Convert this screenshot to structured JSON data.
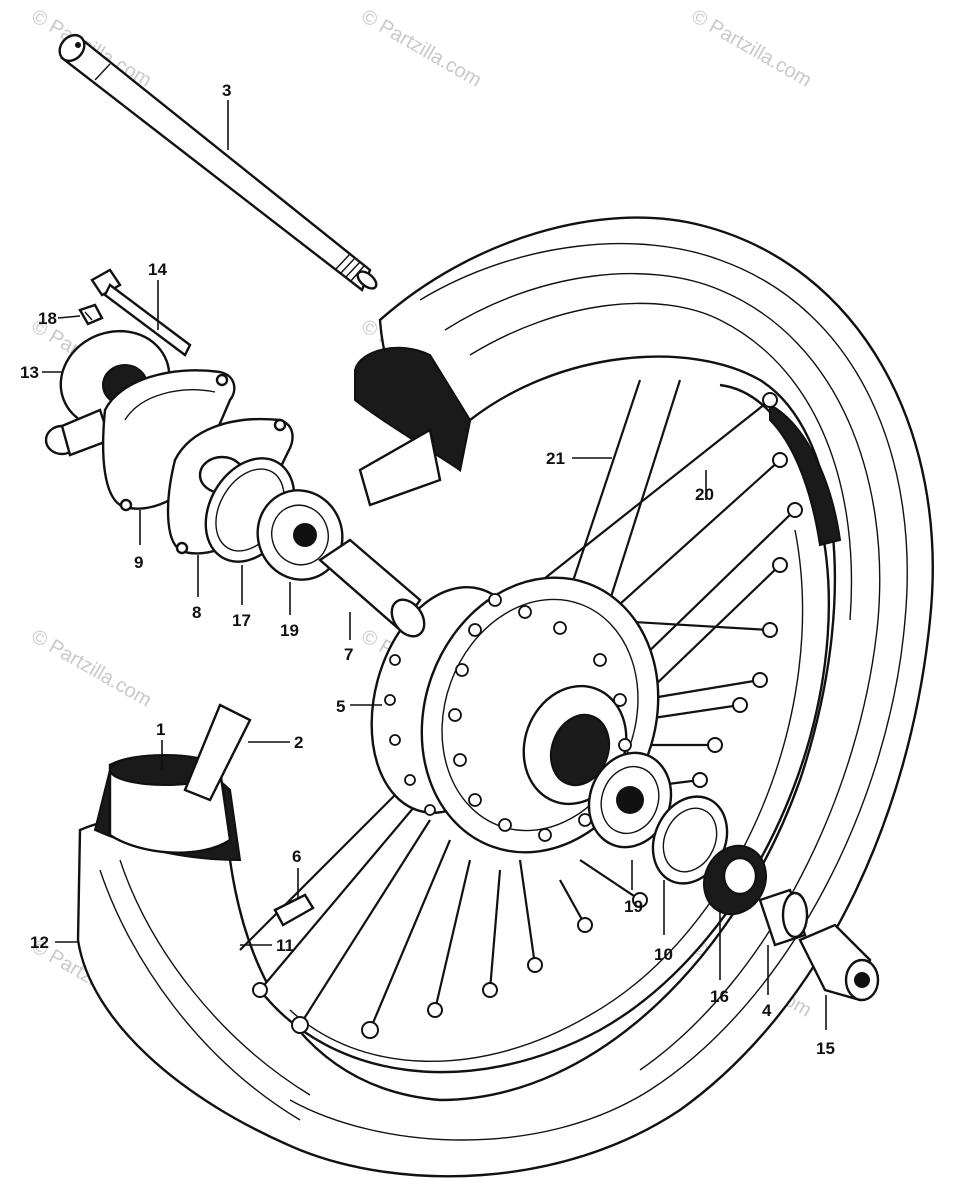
{
  "watermark": "© Partzilla.com",
  "labels": [
    {
      "id": "1",
      "text": "1"
    },
    {
      "id": "2",
      "text": "2"
    },
    {
      "id": "3",
      "text": "3"
    },
    {
      "id": "4",
      "text": "4"
    },
    {
      "id": "5",
      "text": "5"
    },
    {
      "id": "6",
      "text": "6"
    },
    {
      "id": "7",
      "text": "7"
    },
    {
      "id": "8",
      "text": "8"
    },
    {
      "id": "9",
      "text": "9"
    },
    {
      "id": "10",
      "text": "10"
    },
    {
      "id": "11",
      "text": "11"
    },
    {
      "id": "12",
      "text": "12"
    },
    {
      "id": "13",
      "text": "13"
    },
    {
      "id": "14",
      "text": "14"
    },
    {
      "id": "15",
      "text": "15"
    },
    {
      "id": "16",
      "text": "16"
    },
    {
      "id": "17",
      "text": "17"
    },
    {
      "id": "18",
      "text": "18"
    },
    {
      "id": "19a",
      "text": "19"
    },
    {
      "id": "19b",
      "text": "19"
    },
    {
      "id": "20",
      "text": "20"
    },
    {
      "id": "21",
      "text": "21"
    }
  ]
}
